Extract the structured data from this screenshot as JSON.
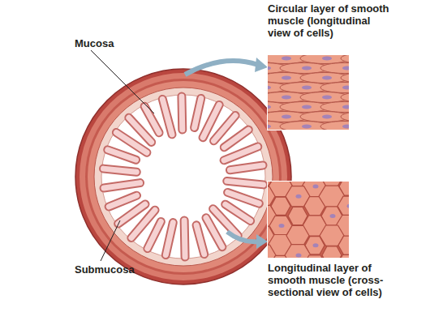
{
  "diagram": {
    "labels": [
      "Mucosa",
      "Submucosa",
      "Circular layer of smooth muscle (longitudinal view of cells)",
      "Longitudinal layer of smooth muscle (cross-sectional view of cells)"
    ]
  }
}
